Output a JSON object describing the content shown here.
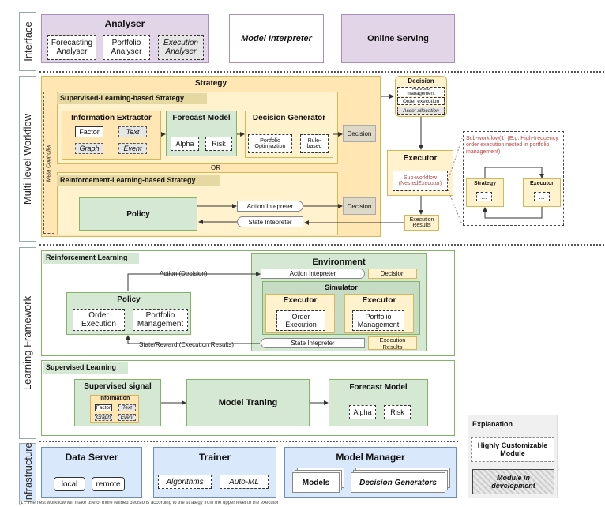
{
  "rows": {
    "interface": "Interface",
    "workflow": "Multi-level Workflow",
    "learning": "Learning Framework",
    "infrastructure": "Infrastructure"
  },
  "interface": {
    "analyser_title": "Analyser",
    "forecasting": "Forecasting\nAnalyser",
    "portfolio": "Portfolio\nAnalyser",
    "execution": "Execution\nAnalyser",
    "model_interpreter": "Model Interpreter",
    "online_serving": "Online Serving"
  },
  "workflow": {
    "strategy": "Strategy",
    "sl_strategy": "Supervised-Learning-based Strategy",
    "meta_controller": "Meta Controller",
    "info_extractor": "Information Extractor",
    "factor": "Factor",
    "text": "Text",
    "graph": "Graph",
    "event": "Event",
    "forecast_model": "Forecast Model",
    "alpha": "Alpha",
    "risk": "Risk",
    "decision_generator": "Decision Generator",
    "portfolio_opt": "Portfolio\nOptimiaztion",
    "rule_based": "Rule-\nbased",
    "decision": "Decision",
    "or": "OR",
    "rl_strategy": "Reinforcement-Learning-based Strategy",
    "policy": "Policy",
    "action_interpreter": "Action Intepreter",
    "state_interpreter": "State Intepreter",
    "decision_box_title": "Decision",
    "decision_portfolio": "Portfolio\nmanagement",
    "decision_order": "Order execution",
    "decision_asset": "Asset allocation",
    "executor": "Executor",
    "sub_workflow": "Sub-workflow\n(NestedExecutor)",
    "execution_results": "Execution\nResults",
    "subflow_note": "Sub-workflow(1) (E.g. High-frequency order execution nested in portfolio management)",
    "sub_strategy": "Strategy",
    "sub_executor": "Executor",
    "ellipsis": "..."
  },
  "learning": {
    "rl_title": "Reinforcement  Learning",
    "environment": "Environment",
    "action_interpreter": "Action Intepreter",
    "decision": "Decision",
    "action_label": "Action (Decision)",
    "simulator": "Simulator",
    "executor1": "Executor",
    "order_execution": "Order\nExecution",
    "executor2": "Executor",
    "portfolio_mgmt": "Portfolio\nManagement",
    "policy": "Policy",
    "policy_order": "Order\nExecution",
    "policy_portfolio": "Portfolio\nManagement",
    "state_label": "State/Reward (Execution Results)",
    "state_interpreter": "State Intepreter",
    "exec_results": "Execution\nResults",
    "sl_title": "Supervised Learning",
    "supervised_signal": "Supervised signal",
    "information": "Information",
    "factor": "Factor",
    "text": "Text",
    "graph": "Graph",
    "event": "Event",
    "model_training": "Model Traning",
    "forecast_model": "Forecast Model",
    "alpha": "Alpha",
    "risk": "Risk"
  },
  "infrastructure": {
    "data_server": "Data Server",
    "local": "local",
    "remote": "remote",
    "trainer": "Trainer",
    "algorithms": "Algorithms",
    "automl": "Auto-ML",
    "model_manager": "Model Manager",
    "models": "Models",
    "decision_generators": "Decision Generators"
  },
  "legend": {
    "title": "Explanation",
    "customizable": "Highly Customizable\nModule",
    "development": "Module in\ndevelopment"
  },
  "footnote": "(1): The nest workflow will make use of more refined decisions according to the strategy from the upper level to the executor"
}
